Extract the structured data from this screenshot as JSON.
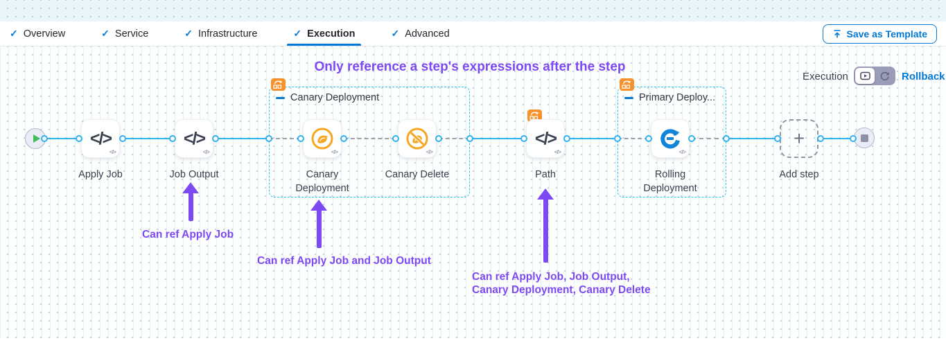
{
  "tab_bar": {
    "tabs": [
      {
        "label": "Overview"
      },
      {
        "label": "Service"
      },
      {
        "label": "Infrastructure"
      },
      {
        "label": "Execution"
      },
      {
        "label": "Advanced"
      }
    ],
    "save_as_template": "Save as Template"
  },
  "mode_bar": {
    "execution_label": "Execution",
    "rollback_link": "Rollback"
  },
  "heading": "Only reference a step's expressions after the step",
  "annotations": {
    "note1": "Can ref Apply Job",
    "note2": "Can ref Apply Job and Job Output",
    "note3_line1": "Can ref Apply Job, Job Output,",
    "note3_line2": "Canary Deployment, Canary Delete"
  },
  "pipeline": {
    "steps": [
      {
        "name": "Apply Job",
        "icon": "code-icon"
      },
      {
        "name": "Job Output",
        "icon": "code-icon"
      },
      {
        "name": "Canary Deployment",
        "icon": "canary-icon"
      },
      {
        "name": "Canary Delete",
        "icon": "canary-delete-icon"
      },
      {
        "name": "Path",
        "icon": "code-icon"
      },
      {
        "name": "Rolling Deployment",
        "icon": "rolling-deployment-icon"
      }
    ],
    "groups": [
      {
        "label": "Canary Deployment"
      },
      {
        "label": "Primary Deploy..."
      }
    ],
    "add_step_label": "Add step"
  },
  "icons": {
    "code_glyph": "</>",
    "plus_glyph": "+",
    "check_glyph": "✓"
  },
  "colors": {
    "accent": "#0278d5",
    "connector": "#2fb1ef",
    "groupborder": "#2bc4f0",
    "purple": "#7d49f2",
    "orange": "#f7912c",
    "canary": "#f5a623",
    "rollingblue": "#1385d8"
  }
}
